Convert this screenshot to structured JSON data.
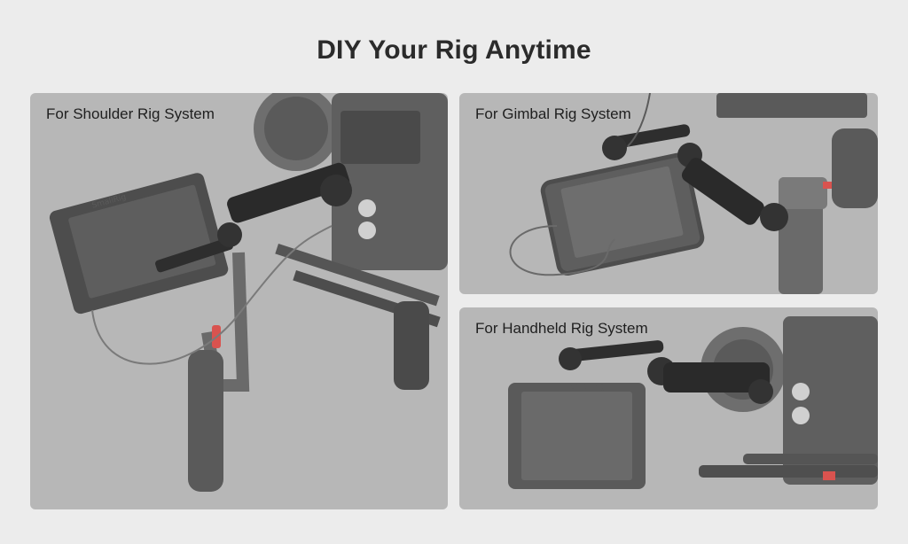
{
  "page": {
    "title": "DIY Your Rig Anytime"
  },
  "panels": [
    {
      "label": "For Shoulder Rig System",
      "illustration": "shoulder-rig-photo"
    },
    {
      "label": "For Gimbal Rig System",
      "illustration": "gimbal-rig-photo"
    },
    {
      "label": "For Handheld Rig System",
      "illustration": "handheld-rig-photo"
    }
  ],
  "brand": {
    "logo_text": "SmallRig"
  },
  "colors": {
    "background": "#ececec",
    "panel": "#b7b7b7",
    "dark_metal": "#3a3a3a",
    "accent_red": "#d9534f"
  }
}
